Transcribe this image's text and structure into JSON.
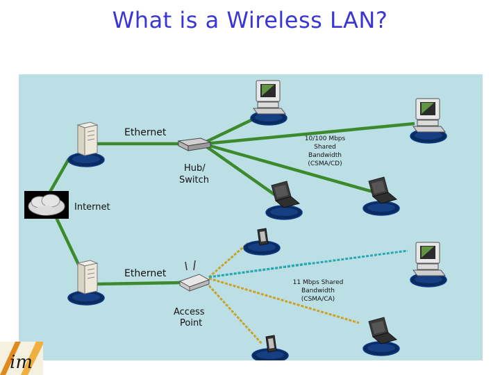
{
  "title": "What is a Wireless LAN?",
  "labels": {
    "ethernet_top": "Ethernet",
    "ethernet_bottom": "Ethernet",
    "internet": "Internet",
    "hub_line1": "Hub/",
    "hub_line2": "Switch",
    "ap_line1": "Access",
    "ap_line2": "Point",
    "wired_note": [
      "10/100 Mbps",
      "Shared",
      "Bandwidth",
      "(CSMA/CD)"
    ],
    "wireless_note": [
      "11 Mbps Shared",
      "Bandwidth",
      "(CSMA/CA)"
    ]
  },
  "logo_text": "im",
  "colors": {
    "background": "#bcdfe6",
    "wire": "#3c8a2c",
    "wireless": "#c9a227",
    "wireless_alt": "#2aa8b0",
    "title": "#3a36d6"
  }
}
